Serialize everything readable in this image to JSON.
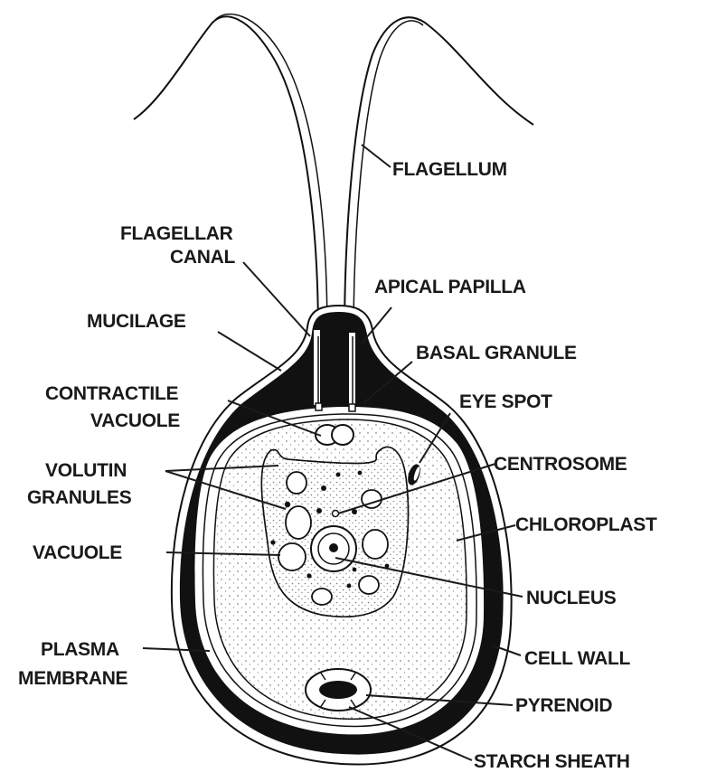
{
  "diagram": {
    "colors": {
      "ink": "#111111",
      "paper": "#ffffff",
      "stipple": "#8a8a8a"
    },
    "labels": {
      "flagellum": "FLAGELLUM",
      "flagellar_canal_1": "FLAGELLAR",
      "flagellar_canal_2": "CANAL",
      "apical_papilla": "APICAL PAPILLA",
      "mucilage": "MUCILAGE",
      "basal_granule": "BASAL GRANULE",
      "contractile_vacuole_1": "CONTRACTILE",
      "contractile_vacuole_2": "VACUOLE",
      "eye_spot": "EYE SPOT",
      "volutin_granules_1": "VOLUTIN",
      "volutin_granules_2": "GRANULES",
      "centrosome": "CENTROSOME",
      "chloroplast": "CHLOROPLAST",
      "vacuole": "VACUOLE",
      "nucleus": "NUCLEUS",
      "plasma_membrane_1": "PLASMA",
      "plasma_membrane_2": "MEMBRANE",
      "cell_wall": "CELL WALL",
      "pyrenoid": "PYRENOID",
      "starch_sheath": "STARCH SHEATH"
    }
  }
}
